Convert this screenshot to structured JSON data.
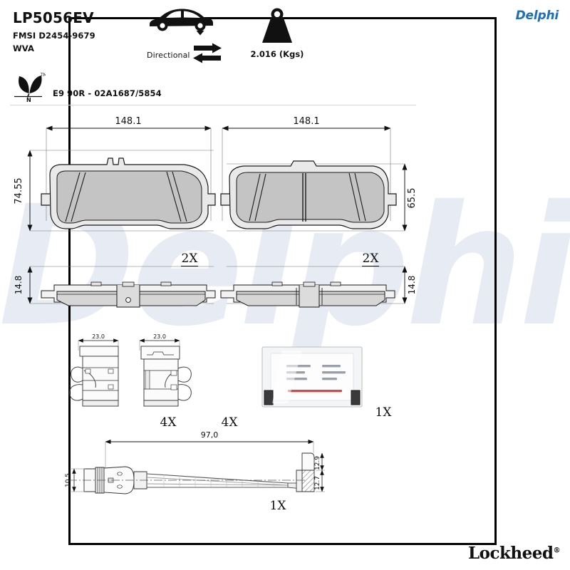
{
  "header": {
    "part_number": "LP5056EV",
    "fmsi": "FMSI D2454-9679",
    "wva": "WVA",
    "homologation": "E9 90R - 02A1687/5854",
    "eco_icon": "leaf-eco-icon",
    "eco_tm": "TM",
    "eco_letter": "N",
    "brand": "Delphi",
    "brand_color": "#1d6fb8",
    "footer_brand": "Lockheed",
    "footer_brand_mark": "®"
  },
  "fitment": {
    "car_icon": "car-side-icon",
    "axle_marker_icon": "axle-position-triangle-icon",
    "directional_label": "Directional",
    "directional_icon": "bidirectional-arrows-icon",
    "weight_icon": "weight-kettlebell-icon",
    "weight_value": "2.016 (Kgs)"
  },
  "watermark": {
    "text": "Delphi",
    "color": "#e7ecf4"
  },
  "pads": [
    {
      "name": "left-pad",
      "width_label": "148.1",
      "height_label": "74.55",
      "thickness_label": "14.8",
      "quantity_label": "2X"
    },
    {
      "name": "right-pad",
      "width_label": "148.1",
      "height_label": "65.5",
      "thickness_label": "14.8",
      "quantity_label": "2X"
    }
  ],
  "accessories": [
    {
      "name": "clip-set-left",
      "dimension_label": "23.0",
      "quantity_label": "4X"
    },
    {
      "name": "clip-set-right",
      "dimension_label": "23.0",
      "quantity_label": "4X"
    },
    {
      "name": "grease-sachet",
      "quantity_label": "1X"
    }
  ],
  "wear_sensor": {
    "name": "wear-indicator-sensor",
    "length_label": "97,0",
    "connector_diameter_label": "10.5",
    "tip_upper_label": "12.9",
    "tip_lower_label": "12.7",
    "quantity_label": "1X"
  },
  "colors": {
    "pad_fill": "#c4c4c4",
    "backing_fill": "#e4e4e4",
    "line": "#1a1a1a",
    "thin_line": "#555555"
  }
}
